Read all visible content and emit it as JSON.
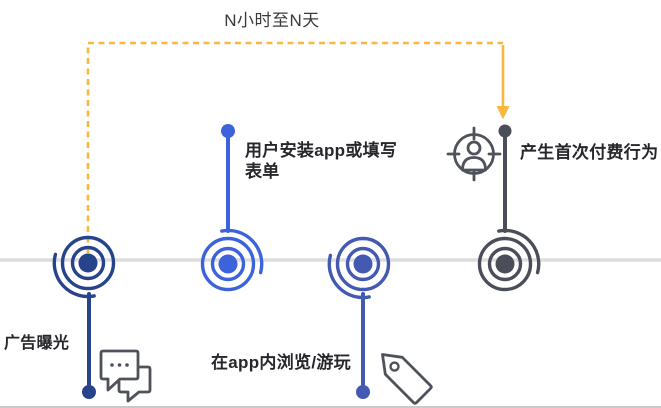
{
  "annotation": {
    "arrow_duration_label": "N小时至N天"
  },
  "colors": {
    "arrow": "#F7B83D",
    "timeline": "#DDDDDE",
    "icon": "#4E525B",
    "text": "#26262B"
  },
  "nodes": [
    {
      "name": "ad-exposure",
      "label": "广告曝光",
      "color": "#27438C",
      "stem_direction": "down"
    },
    {
      "name": "app-install",
      "label_line1": "用户安装app或填写",
      "label_line2": "表单",
      "color": "#3C63DC",
      "stem_direction": "up"
    },
    {
      "name": "in-app-browse",
      "label": "在app内浏览/游玩",
      "color": "#4359B2",
      "stem_direction": "down"
    },
    {
      "name": "first-payment",
      "label": "产生首次付费行为",
      "color": "#4A4E59",
      "stem_direction": "up"
    }
  ],
  "icons": [
    {
      "name": "chat-bubbles-icon",
      "meaning": "ad message / conversation"
    },
    {
      "name": "price-tag-icon",
      "meaning": "browsing / shopping in app"
    },
    {
      "name": "user-target-icon",
      "meaning": "converted paying user"
    }
  ]
}
